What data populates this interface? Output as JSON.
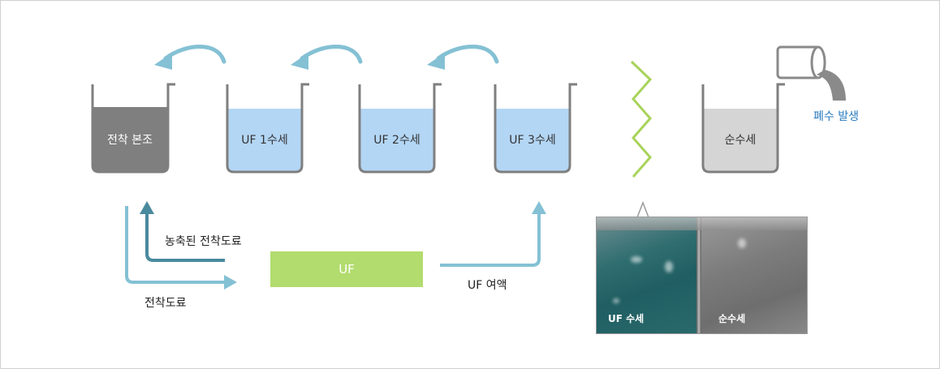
{
  "tanks": {
    "main": "전착 본조",
    "uf1": "UF 1수세",
    "uf2": "UF 2수세",
    "uf3": "UF 3수세",
    "pure": "순수세"
  },
  "labels": {
    "waste": "폐수 발생",
    "concentrated": "농축된 전착도료",
    "paint": "전착도료",
    "uf_unit": "UF",
    "permeate": "UF 여액"
  },
  "photo": {
    "left_caption": "UF 수세",
    "right_caption": "순수세"
  },
  "colors": {
    "main_fill": "#7f7f7f",
    "uf_fill": "#b3d6f5",
    "pure_fill": "#d5d5d5",
    "arrow_light": "#84c1d4",
    "arrow_dark": "#4a8a9e",
    "uf_box": "#b2dc6e",
    "zigzag": "#a8d35a",
    "waste_text": "#2a7bc0"
  }
}
